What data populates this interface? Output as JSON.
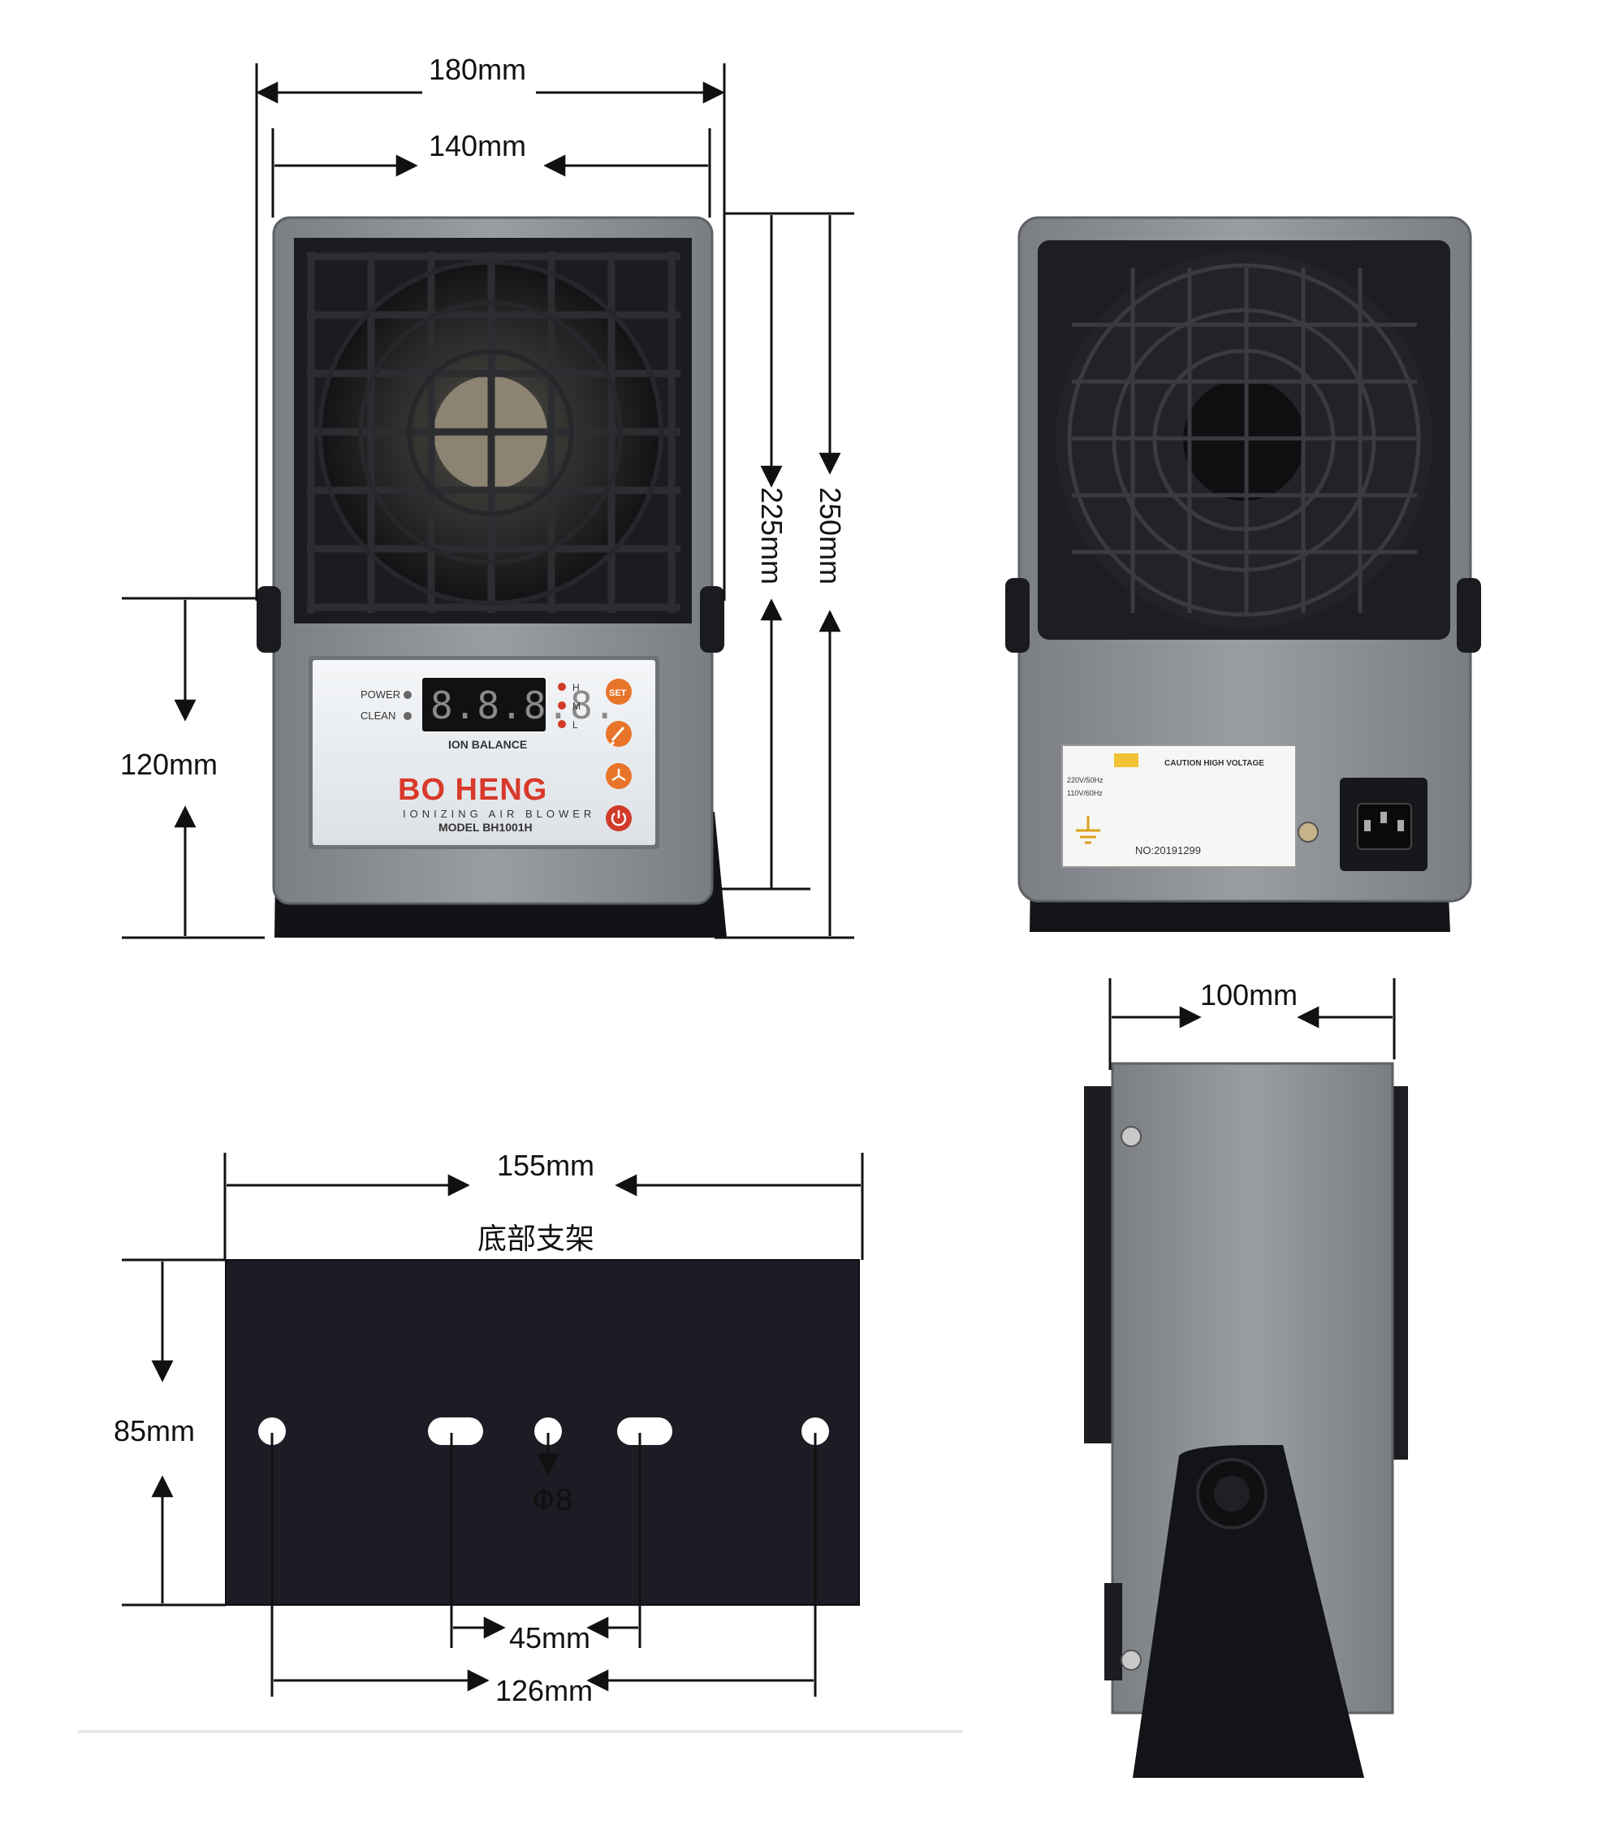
{
  "front": {
    "width_outer": "180mm",
    "width_inner": "140mm",
    "height_body": "225mm",
    "height_total": "250mm",
    "foot_height": "120mm",
    "panel": {
      "power_label": "POWER",
      "clean_label": "CLEAN",
      "display_digits": "8.8.8.8.",
      "ion_balance": "ION BALANCE",
      "level_h": "H",
      "level_m": "M",
      "level_l": "L",
      "set_label": "SET",
      "brand": "BO HENG",
      "tagline": "IONIZING AIR BLOWER",
      "model": "MODEL BH1001H"
    }
  },
  "back": {
    "caution": "CAUTION HIGH VOLTAGE",
    "voltage_220": "220V/50Hz",
    "voltage_110": "110V/60Hz",
    "serial": "NO:20191299"
  },
  "side": {
    "depth": "100mm"
  },
  "bracket": {
    "width": "155mm",
    "title": "底部支架",
    "height": "85mm",
    "hole_diameter": "Φ8",
    "slot_spacing": "45mm",
    "hole_spacing": "126mm"
  },
  "colors": {
    "body_gray": "#8a8d91",
    "dark": "#1c1d21",
    "accent_orange": "#e8742a",
    "power_red": "#d23a2a"
  }
}
